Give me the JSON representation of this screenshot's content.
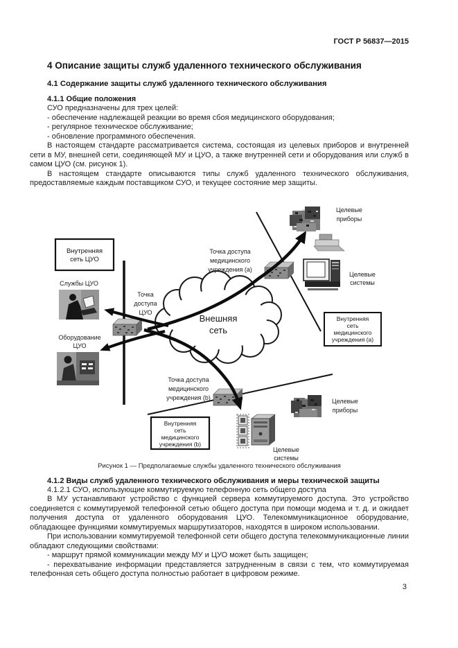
{
  "page": {
    "header": "ГОСТ Р 56837—2015",
    "number": "3"
  },
  "sections": {
    "h4": "4 Описание защиты служб удаленного технического обслуживания",
    "h41": "4.1 Содержание защиты служб удаленного технического обслуживания",
    "h411": "4.1.1 Общие положения",
    "p1": "СУО предназначены для трех целей:",
    "li1": "- обеспечение надлежащей реакции во время сбоя медицинского оборудования;",
    "li2": "- регулярное техническое обслуживание;",
    "li3": "- обновление программного обеспечения.",
    "p2": "В настоящем стандарте рассматривается система, состоящая из целевых приборов и внутренней сети в МУ, внешней сети, соединяющей МУ и ЦУО, а также внутренней сети и оборудования или служб в самом ЦУО (см. рисунок 1).",
    "p3": "В настоящем стандарте описываются типы служб удаленного технического обслуживания, предоставляемые каждым поставщиком СУО, и текущее состояние мер защиты.",
    "caption": "Рисунок 1 — Предполагаемые службы удаленного технического обслуживания",
    "h412": "4.1.2 Виды служб удаленного технического обслуживания и меры технической защиты",
    "h4121": "4.1.2.1 СУО, использующие коммутируемую телефонную сеть общего доступа",
    "p4": "В МУ устанавливают устройство с функцией сервера коммутируемого доступа. Это устройство соединяется с коммутируемой телефонной сетью общего доступа при помощи модема и т. д. и ожидает получения доступа от удаленного оборудования ЦУО. Телекоммуникационное оборудование, обладающее функциями коммутируемых маршрутизаторов, находятся в широком использовании.",
    "p5": "При использовании коммутируемой телефонной сети общего доступа телекоммуникационные линии обладают следующими свойствами:",
    "li4": "- маршрут прямой коммуникации между МУ и ЦУО может быть защищен;",
    "li5": "- перехватывание информации представляется затрудненным в связи с тем, что коммутируемая телефонная сеть общего доступа полностью работает в цифровом режиме."
  },
  "diagram": {
    "internal_cuo_box": [
      "Внутренняя",
      "сеть ЦУО"
    ],
    "services_cuo": "Службы ЦУО",
    "equipment_cuo": [
      "Оборудование",
      "ЦУО"
    ],
    "ap_cuo": [
      "Точка",
      "доступа",
      "ЦУО"
    ],
    "external_net": [
      "Внешняя",
      "сеть"
    ],
    "ap_med_a": [
      "Точка доступа",
      "медицинского",
      "учреждения (a)"
    ],
    "ap_med_b": [
      "Точка доступа",
      "медицинского",
      "учреждения (b)"
    ],
    "internal_med_a_box": [
      "Внутренняя",
      "сеть",
      "медицинского",
      "учреждения (a)"
    ],
    "internal_med_b_box": [
      "Внутренняя",
      "сеть",
      "медицинского",
      "учреждения (b)"
    ],
    "target_devices_a": [
      "Целевые",
      "приборы"
    ],
    "target_systems_a": [
      "Целевые",
      "системы"
    ],
    "target_devices_b": [
      "Целевые",
      "приборы"
    ],
    "target_systems_b": [
      "Целевые",
      "системы"
    ]
  }
}
